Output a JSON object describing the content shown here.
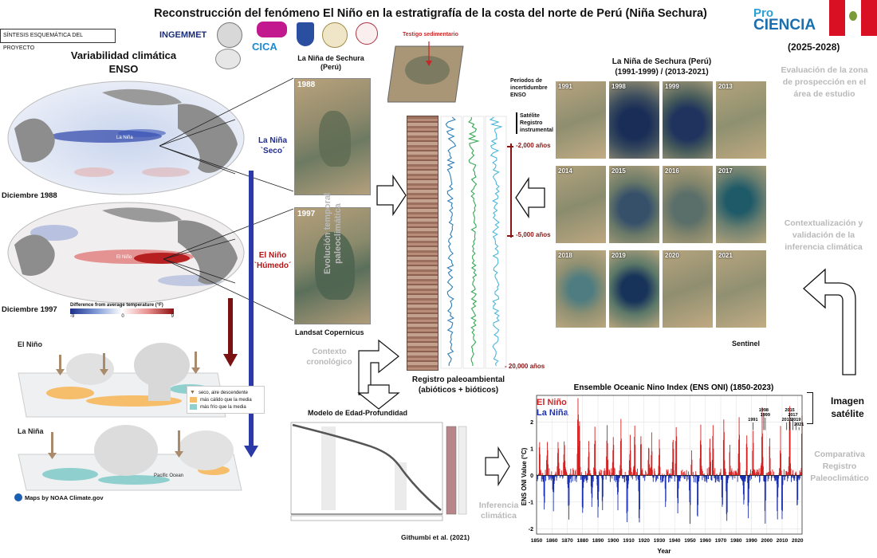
{
  "header": {
    "title": "Reconstrucción del fenómeno El Niño en la estratigrafía de la costa del norte de Perú (Niña Sechura)",
    "tag": "SÍNTESIS ESQUEMÁTICA DEL PROYECTO",
    "logos": {
      "ingemmet": "INGEMMET",
      "cica": "CICA"
    },
    "brand": {
      "line1": "Pro",
      "line2": "CIENCIA",
      "years": "(2025-2028)"
    }
  },
  "left": {
    "heading_line1": "Variabilidad climática",
    "heading_line2": "ENSO",
    "map1_label": "Diciembre 1988",
    "map2_label": "Diciembre 1997",
    "map1_inset": "La Niña",
    "map2_inset": "El Niño",
    "colorbar_title": "Difference from average temperature (°F)",
    "colorbar_ticks": [
      "-9",
      "0",
      "9"
    ],
    "nina_label_line1": "La Niña",
    "nina_label_line2": "`Seco´",
    "nino_label_line1": "El Niño",
    "nino_label_line2": "`Húmedo´",
    "walker_nino": "El Niño",
    "walker_nina": "La Niña",
    "legend": [
      "seco, aire descendente",
      "más cálido que la media",
      "más frío que la media"
    ],
    "pacific": "Pacific Ocean",
    "credit": "Maps by NOAA Climate.gov"
  },
  "center": {
    "sechura_title_line1": "La Niña de Sechura",
    "sechura_title_line2": "(Perú)",
    "img1_year": "1988",
    "img2_year": "1997",
    "landsat": "Landsat Copernicus",
    "core_label": "Testigo sedimentario",
    "evol_line1": "Evolución temporal",
    "evol_line2": "paleoclimática",
    "periods_line1": "Períodos de",
    "periods_line2": "incertidumbre",
    "periods_line3": "ENSO",
    "satellite_line1": "Satélite",
    "satellite_line2": "Registro",
    "satellite_line3": "instrumental",
    "age1": "-2,000 años",
    "age2": "-5,000 años",
    "age3": "- 20,000 años",
    "contexto_line1": "Contexto",
    "contexto_line2": "cronológico",
    "paleo_line1": "Registro paleoambiental",
    "paleo_line2": "(abióticos + bióticos)",
    "age_model_title": "Modelo de Edad-Profundidad",
    "age_model_credit": "Githumbi et al. (2021)",
    "inferencia_line1": "Inferencia",
    "inferencia_line2": "climática"
  },
  "right": {
    "sat_title_line1": "La Niña de Sechura (Perú)",
    "sat_title_line2": "(1991-1999) / (2013-2021)",
    "years": [
      "1991",
      "1998",
      "1999",
      "2013",
      "2014",
      "2015",
      "2016",
      "2017",
      "2018",
      "2019",
      "2020",
      "2021"
    ],
    "sentinel": "Sentinel",
    "eval_line1": "Evaluación de la zona",
    "eval_line2": "de prospección en el",
    "eval_line3": "área de estudio",
    "ctx_line1": "Contextualización y",
    "ctx_line2": "validación de la",
    "ctx_line3": "inferencia climática",
    "imagen_line1": "Imagen",
    "imagen_line2": "satélite",
    "comp_line1": "Comparativa",
    "comp_line2": "Registro",
    "comp_line3": "Paleoclimático"
  },
  "chart_data": {
    "type": "bar",
    "title": "Ensemble Oceanic Nino Index (ENS ONI) (1850-2023)",
    "xlabel": "Year",
    "ylabel": "ENS ONI Value (°C)",
    "xlim": [
      1850,
      2023
    ],
    "ylim": [
      -2.2,
      3
    ],
    "xticks": [
      1850,
      1860,
      1870,
      1880,
      1890,
      1900,
      1910,
      1920,
      1930,
      1940,
      1950,
      1960,
      1970,
      1980,
      1990,
      2000,
      2010,
      2020
    ],
    "yticks": [
      -2,
      -1,
      0,
      1,
      2
    ],
    "legend": [
      "El Niño",
      "La Niña"
    ],
    "colors": {
      "nino": "#d42020",
      "nina": "#1a2fb0"
    },
    "annotations": [
      {
        "year": 1991,
        "label": "1991"
      },
      {
        "year": 1998,
        "label": "1998"
      },
      {
        "year": 1999,
        "label": "1999"
      },
      {
        "year": 2013,
        "label": "2013"
      },
      {
        "year": 2015,
        "label": "2015"
      },
      {
        "year": 2017,
        "label": "2017"
      },
      {
        "year": 2019,
        "label": "2019"
      },
      {
        "year": 2021,
        "label": "2021"
      }
    ],
    "events": [
      {
        "year": 1852,
        "value": 1.2
      },
      {
        "year": 1855,
        "value": -1.1
      },
      {
        "year": 1857,
        "value": 1.3
      },
      {
        "year": 1861,
        "value": -1.2
      },
      {
        "year": 1864,
        "value": 1.5
      },
      {
        "year": 1868,
        "value": 1.4
      },
      {
        "year": 1871,
        "value": -1.5
      },
      {
        "year": 1877,
        "value": 2.8
      },
      {
        "year": 1878,
        "value": 2.2
      },
      {
        "year": 1880,
        "value": -1.4
      },
      {
        "year": 1884,
        "value": 1.3
      },
      {
        "year": 1886,
        "value": -1.3
      },
      {
        "year": 1888,
        "value": 2.0
      },
      {
        "year": 1890,
        "value": -1.6
      },
      {
        "year": 1893,
        "value": -1.3
      },
      {
        "year": 1896,
        "value": 1.8
      },
      {
        "year": 1900,
        "value": 1.6
      },
      {
        "year": 1903,
        "value": -1.2
      },
      {
        "year": 1905,
        "value": 1.9
      },
      {
        "year": 1909,
        "value": -1.7
      },
      {
        "year": 1911,
        "value": 1.5
      },
      {
        "year": 1914,
        "value": 1.7
      },
      {
        "year": 1917,
        "value": -2.0
      },
      {
        "year": 1918,
        "value": 1.6
      },
      {
        "year": 1923,
        "value": 1.1
      },
      {
        "year": 1925,
        "value": 1.4
      },
      {
        "year": 1930,
        "value": 1.3
      },
      {
        "year": 1934,
        "value": -1.0
      },
      {
        "year": 1939,
        "value": 1.6
      },
      {
        "year": 1941,
        "value": 1.8
      },
      {
        "year": 1942,
        "value": -1.2
      },
      {
        "year": 1950,
        "value": -1.6
      },
      {
        "year": 1951,
        "value": 1.0
      },
      {
        "year": 1955,
        "value": -1.8
      },
      {
        "year": 1957,
        "value": 1.7
      },
      {
        "year": 1963,
        "value": 1.3
      },
      {
        "year": 1965,
        "value": 1.8
      },
      {
        "year": 1971,
        "value": -1.3
      },
      {
        "year": 1972,
        "value": 2.1
      },
      {
        "year": 1974,
        "value": -1.8
      },
      {
        "year": 1976,
        "value": 0.9
      },
      {
        "year": 1982,
        "value": 2.2
      },
      {
        "year": 1985,
        "value": -1.0
      },
      {
        "year": 1987,
        "value": 1.6
      },
      {
        "year": 1988,
        "value": -1.8
      },
      {
        "year": 1991,
        "value": 1.6
      },
      {
        "year": 1997,
        "value": 2.4
      },
      {
        "year": 1999,
        "value": -1.6
      },
      {
        "year": 2002,
        "value": 1.3
      },
      {
        "year": 2007,
        "value": -1.5
      },
      {
        "year": 2009,
        "value": 1.6
      },
      {
        "year": 2010,
        "value": -1.6
      },
      {
        "year": 2015,
        "value": 2.5
      },
      {
        "year": 2020,
        "value": -1.3
      },
      {
        "year": 2023,
        "value": 2.0
      }
    ]
  }
}
